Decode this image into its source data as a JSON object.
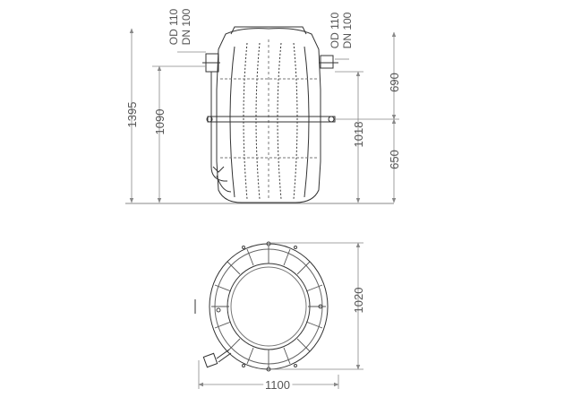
{
  "side_view": {
    "inlet_label": {
      "od": "OD 110",
      "dn": "DN 100"
    },
    "outlet_label": {
      "od": "OD 110",
      "dn": "DN 100"
    },
    "dims": {
      "total_height": "1395",
      "inlet_height": "1090",
      "outlet_height": "1018",
      "upper_part": "690",
      "lower_part": "650"
    }
  },
  "top_view": {
    "dims": {
      "width": "1100",
      "depth": "1020"
    }
  },
  "colors": {
    "line": "#333333",
    "dimension": "#888888",
    "text": "#555555"
  }
}
